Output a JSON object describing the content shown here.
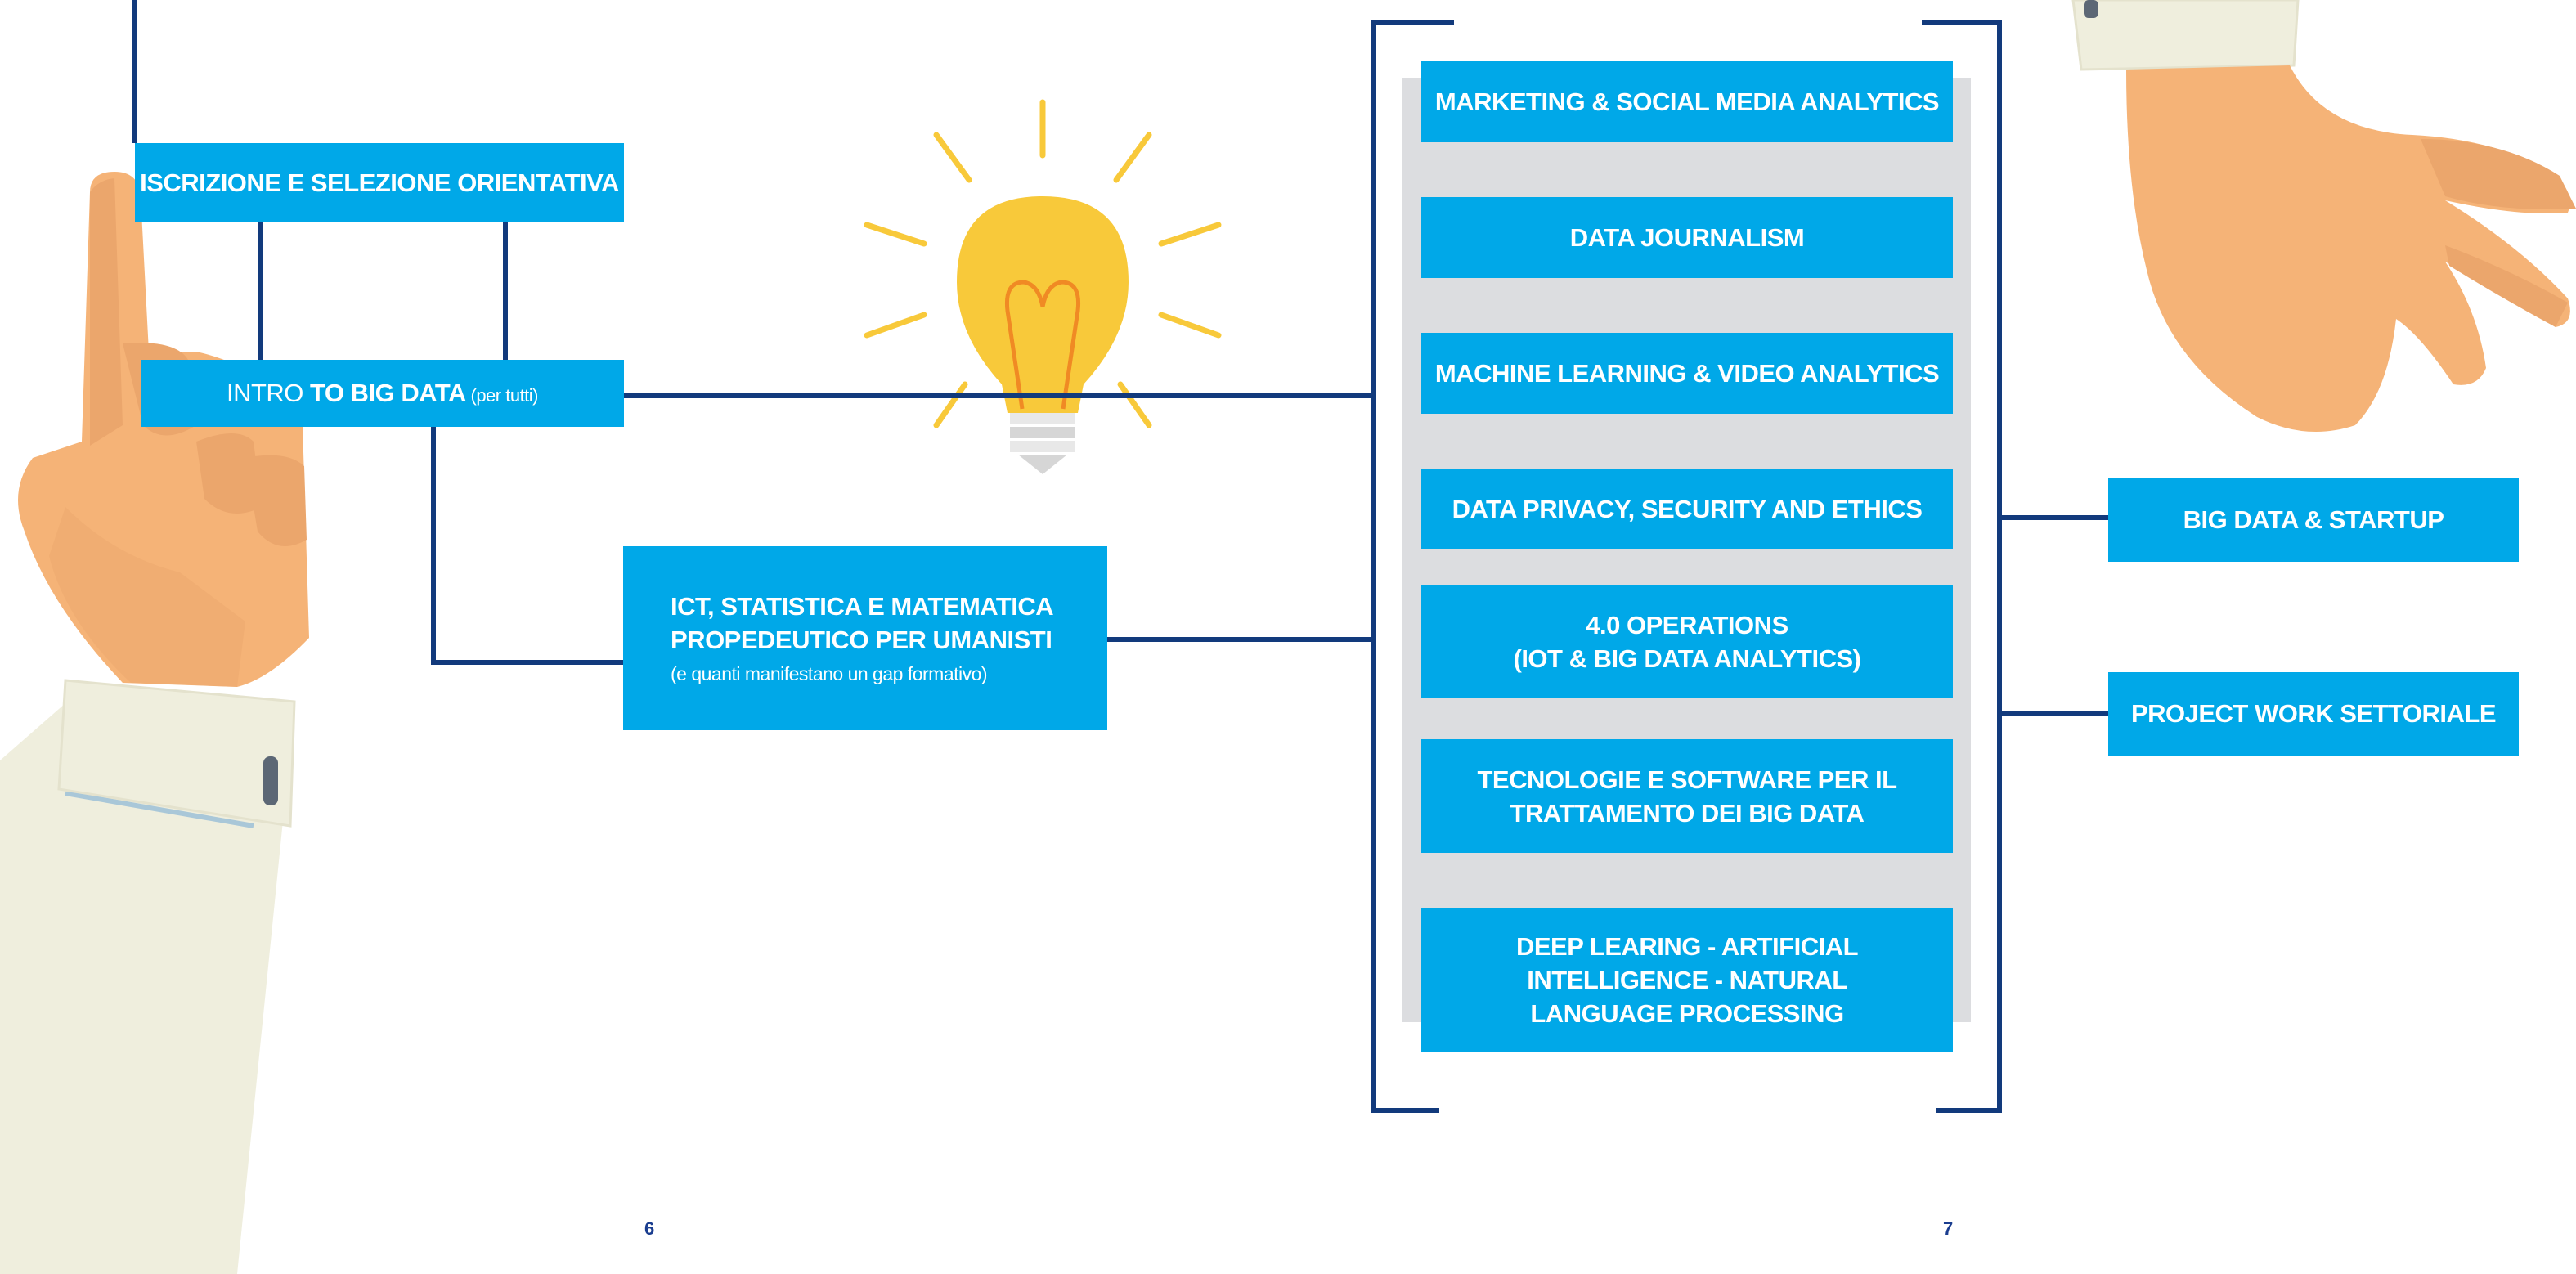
{
  "left_boxes": {
    "iscrizione": "ISCRIZIONE E SELEZIONE ORIENTATIVA",
    "intro": {
      "prefix": "INTRO ",
      "bold": "TO BIG DATA",
      "suffix": " (per tutti)"
    },
    "ict": {
      "line1": "ICT, STATISTICA E MATEMATICA",
      "line2": "PROPEDEUTICO PER UMANISTI",
      "note": "(e quanti manifestano un gap formativo)"
    }
  },
  "modules": [
    {
      "lines": [
        "MARKETING & SOCIAL MEDIA ANALYTICS"
      ]
    },
    {
      "lines": [
        "DATA JOURNALISM"
      ]
    },
    {
      "lines": [
        "MACHINE LEARNING & VIDEO ANALYTICS"
      ]
    },
    {
      "lines": [
        "DATA PRIVACY, SECURITY AND ETHICS"
      ]
    },
    {
      "lines": [
        "4.0 OPERATIONS",
        "(IOT & BIG DATA ANALYTICS)"
      ]
    },
    {
      "lines": [
        "TECNOLOGIE E SOFTWARE PER IL",
        "TRATTAMENTO DEI BIG DATA"
      ]
    },
    {
      "lines": [
        "DEEP LEARING - ARTIFICIAL",
        "INTELLIGENCE - NATURAL",
        "LANGUAGE PROCESSING"
      ]
    }
  ],
  "right_boxes": {
    "startup": "BIG DATA & STARTUP",
    "project": "PROJECT WORK SETTORIALE"
  },
  "page_numbers": {
    "left": "6",
    "right": "7"
  },
  "colors": {
    "box": "#00a8e8",
    "line": "#123a7c",
    "panel": "#dcdde0",
    "bulb": "#f8c93a",
    "skin": "#f5b377",
    "sleeve": "#efeedd"
  },
  "icons": [
    "hand-pointing-icon",
    "lightbulb-icon",
    "hand-picking-icon"
  ]
}
